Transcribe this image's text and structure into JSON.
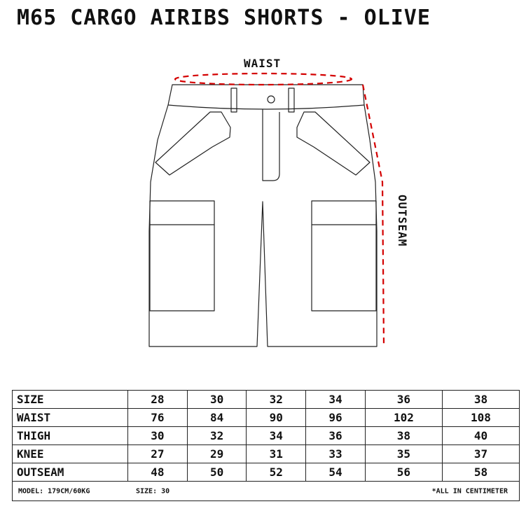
{
  "title": "M65 CARGO AIRIBS SHORTS - OLIVE",
  "diagram": {
    "waist_label": "WAIST",
    "outseam_label": "OUTSEAM",
    "measure_line_color": "#d40000"
  },
  "size_chart": {
    "rows": [
      {
        "label": "SIZE",
        "values": [
          "28",
          "30",
          "32",
          "34",
          "36",
          "38"
        ]
      },
      {
        "label": "WAIST",
        "values": [
          "76",
          "84",
          "90",
          "96",
          "102",
          "108"
        ]
      },
      {
        "label": "THIGH",
        "values": [
          "30",
          "32",
          "34",
          "36",
          "38",
          "40"
        ]
      },
      {
        "label": "KNEE",
        "values": [
          "27",
          "29",
          "31",
          "33",
          "35",
          "37"
        ]
      },
      {
        "label": "OUTSEAM",
        "values": [
          "48",
          "50",
          "52",
          "54",
          "56",
          "58"
        ]
      }
    ],
    "footer": {
      "model": "MODEL: 179CM/60KG",
      "size": "SIZE: 30",
      "note": "*ALL IN CENTIMETER"
    }
  }
}
